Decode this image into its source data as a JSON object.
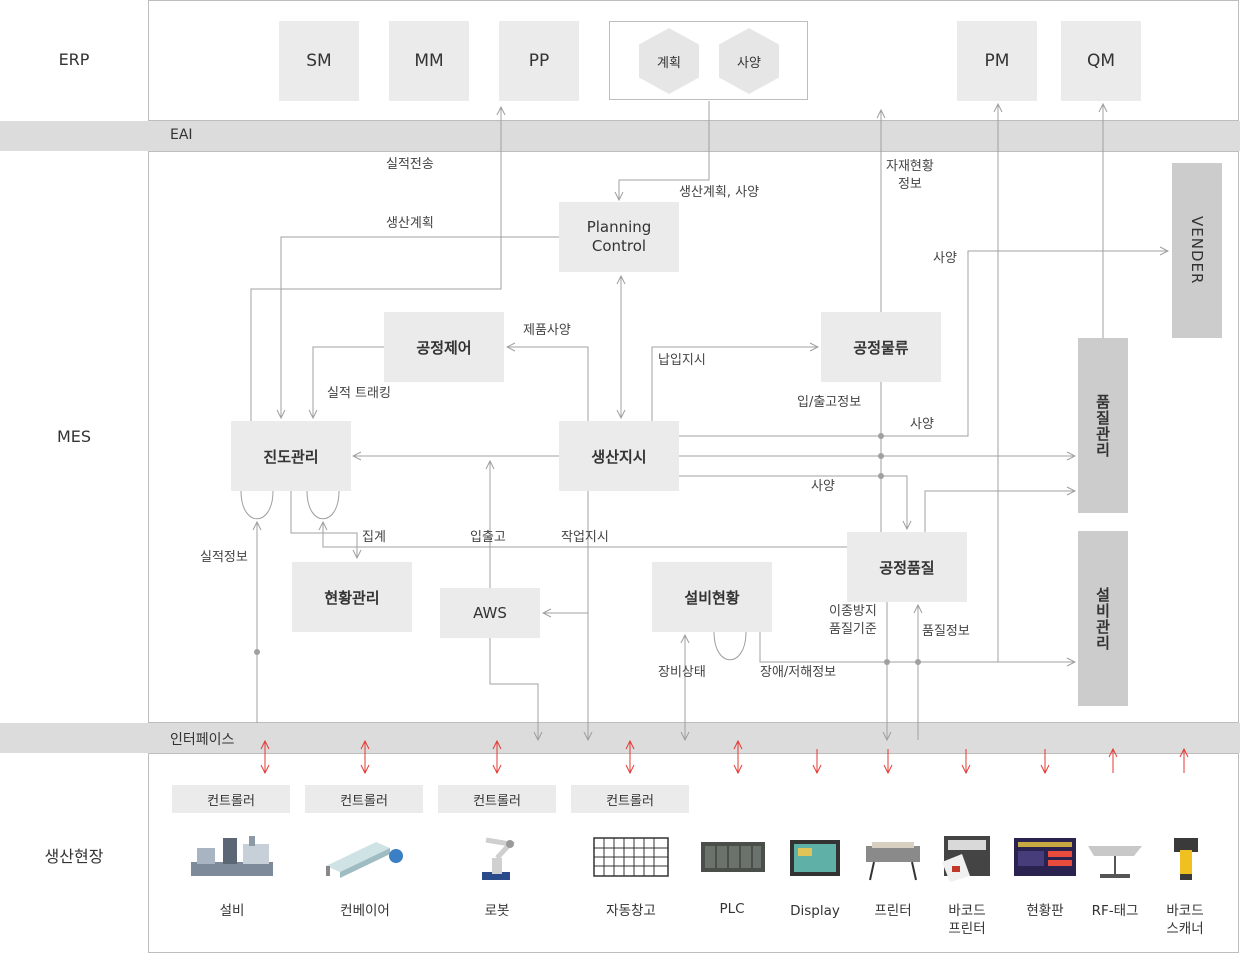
{
  "layers": {
    "erp": "ERP",
    "mes": "MES",
    "field": "생산현장"
  },
  "bands": {
    "eai": "EAI",
    "interface": "인터페이스"
  },
  "erp": {
    "modules": [
      "SM",
      "MM",
      "PP",
      "PM",
      "QM"
    ],
    "planning_group": [
      "계획",
      "사양"
    ]
  },
  "mes": {
    "planning_control": "Planning\nControl",
    "process_control": "공정제어",
    "process_logistics": "공정물류",
    "progress_mgmt": "진도관리",
    "production_order": "생산지시",
    "status_mgmt": "현황관리",
    "aws": "AWS",
    "equipment_status": "설비현황",
    "process_quality": "공정품질",
    "vender": "VENDER",
    "quality_mgmt": "품질관리",
    "equipment_mgmt": "설비관리"
  },
  "labels": {
    "result_transfer": "실적전송",
    "production_plan_spec": "생산계획, 사양",
    "production_plan": "생산계획",
    "material_status": "자재현황\n정보",
    "spec": "사양",
    "product_spec": "제품사양",
    "delivery_order": "납입지시",
    "result_tracking": "실적 트래킹",
    "in_out_info": "입/출고정보",
    "aggregate": "집계",
    "in_out": "입출고",
    "work_order": "작업지시",
    "result_info": "실적정보",
    "diff_prevention": "이종방지\n품질기준",
    "quality_info": "품질정보",
    "equipment_state": "장비상태",
    "fault_info": "장애/저해정보"
  },
  "field": {
    "controller": "컨트롤러",
    "devices": [
      "설비",
      "컨베이어",
      "로봇",
      "자동창고",
      "PLC",
      "Display",
      "프린터",
      "바코드\n프린터",
      "현황판",
      "RF-태그",
      "바코드\n스캐너"
    ]
  },
  "colors": {
    "box": "#ebebeb",
    "dark_box": "#cccccc",
    "band": "#dcdcdc",
    "line": "#a0a0a0",
    "arrow_red": "#e53935"
  }
}
